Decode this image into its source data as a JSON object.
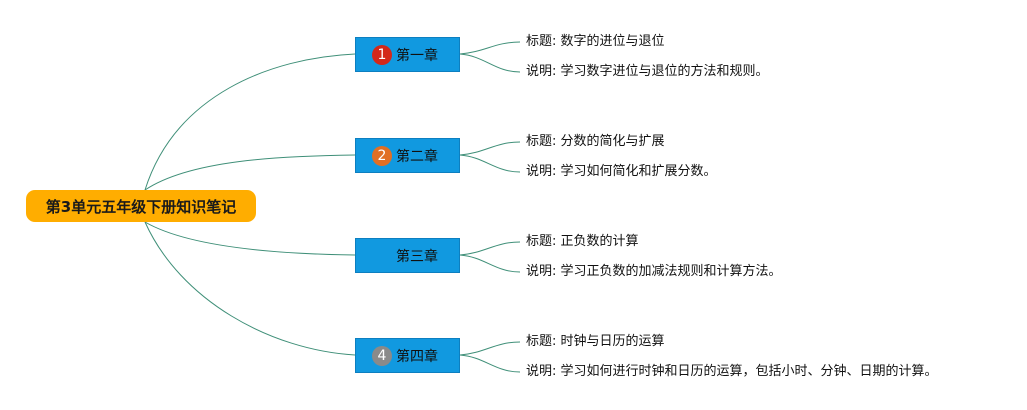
{
  "root": {
    "label": "第3单元五年级下册知识笔记",
    "color": "#ffad00"
  },
  "chapters": [
    {
      "badge": "1",
      "badge_color": "#d3281a",
      "label": "第一章",
      "title_line": "标题: 数字的进位与退位",
      "desc_line": "说明: 学习数字进位与退位的方法和规则。"
    },
    {
      "badge": "2",
      "badge_color": "#e16f24",
      "label": "第二章",
      "title_line": "标题: 分数的简化与扩展",
      "desc_line": "说明: 学习如何简化和扩展分数。"
    },
    {
      "badge": "",
      "badge_color": "",
      "label": "第三章",
      "title_line": "标题: 正负数的计算",
      "desc_line": "说明: 学习正负数的加减法规则和计算方法。"
    },
    {
      "badge": "4",
      "badge_color": "#8a8a8a",
      "label": "第四章",
      "title_line": "标题: 时钟与日历的运算",
      "desc_line": "说明: 学习如何进行时钟和日历的运算，包括小时、分钟、日期的计算。"
    }
  ],
  "colors": {
    "chapter_fill": "#1199e0",
    "connector": "#3f8f78"
  }
}
